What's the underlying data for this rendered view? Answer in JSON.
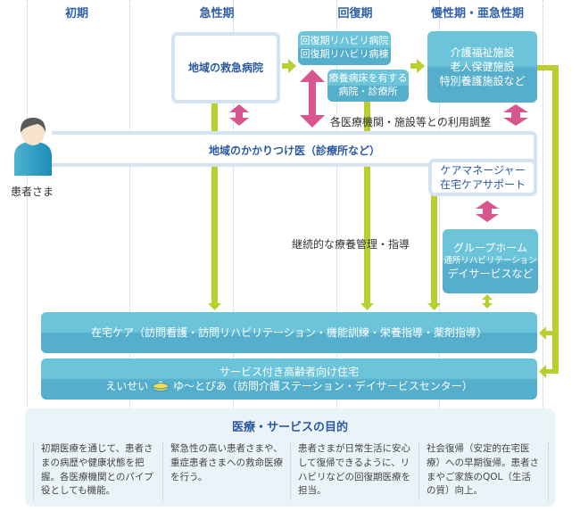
{
  "phases": [
    "初期",
    "急性期",
    "回復期",
    "慢性期・亜急性期"
  ],
  "patient": {
    "label": "患者さま",
    "icon": "person-icon"
  },
  "boxes": {
    "emergency_hospital": "地域の救急病院",
    "rehab_hospital": [
      "回復期リハビリ病院",
      "回復期リハビリ病棟"
    ],
    "recuperation_hospital": [
      "療養病床を有する",
      "病院・診療所"
    ],
    "care_facilities": [
      "介護福祉施設",
      "老人保健施設",
      "特別養護施設など"
    ],
    "family_doctor": "地域のかかりつけ医（診療所など）",
    "care_manager": [
      "ケアマネージャー",
      "在宅ケアサポート"
    ],
    "group_home": [
      "グループホーム",
      "通所リハビリテーション",
      "デイサービスなど"
    ],
    "home_care": "在宅ケア（訪問看護・訪問リハビリテーション・機能訓練・栄養指導・薬剤指導）",
    "senior_housing": [
      "サービス付き高齢者向け住宅",
      "えいせい",
      "ゆ～とぴあ（訪問介護ステーション・デイサービスセンター）"
    ]
  },
  "labels": {
    "coordination": "各医療機関・施設等との利用調整",
    "continuous_care": "継続的な療養管理・指導"
  },
  "purpose": {
    "title": "医療・サービスの目的",
    "columns": [
      "初期医療を通じて、患者さまの病歴や健康状態を把握。各医療機関とのパイプ役としても機能。",
      "緊急性の高い患者さまや、重症患者さまへの救命医療を行う。",
      "患者さまが日常生活に安心して復帰できるように、リハビリなどの回復期医療を担当。",
      "社会復帰（安定的在宅医療）への早期復帰。患者さまやご家族のQOL（生活の質）向上。"
    ]
  },
  "colors": {
    "heading_blue": "#2f5fa8",
    "box_blue": "#5ab8d2",
    "arrow_green": "#b9cf2f",
    "arrow_pink": "#d9558d",
    "border_light": "#d5e2f0"
  }
}
